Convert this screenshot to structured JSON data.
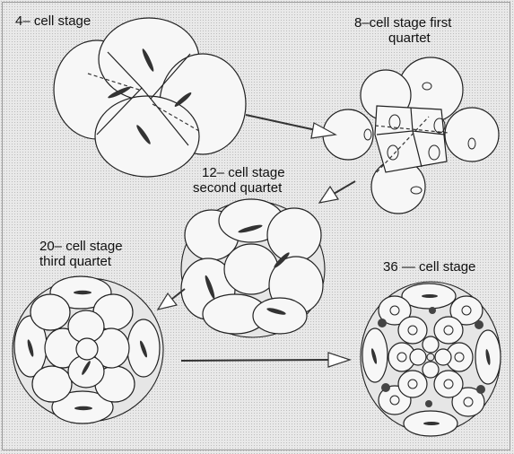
{
  "labels": {
    "four_cell": "4– cell stage",
    "eight_cell_line1": "8–cell stage first",
    "eight_cell_line2": "quartet",
    "twelve_cell_line1": "12– cell stage",
    "twelve_cell_line2": "second quartet",
    "twenty_cell_line1": "20– cell stage",
    "twenty_cell_line2": "third quartet",
    "thirty_six_cell": "36 — cell stage"
  }
}
